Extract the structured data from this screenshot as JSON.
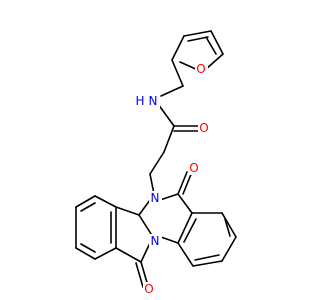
{
  "colors": {
    "background": "#ffffff",
    "bond": "#000000",
    "oxygen": "#ff0000",
    "nitrogen": "#0000ff"
  },
  "atoms": {
    "furan_oxygen": {
      "symbol": "O",
      "color": "#ff0000"
    },
    "amide_nitrogen": {
      "symbol": "N",
      "color": "#0000ff"
    },
    "amide_hydrogen": {
      "symbol": "H",
      "color": "#0000ff"
    },
    "amide_oxygen": {
      "symbol": "O",
      "color": "#ff0000"
    },
    "ring_nitrogen": {
      "symbol": "N",
      "color": "#0000ff"
    },
    "fused_nitrogen": {
      "symbol": "N",
      "color": "#0000ff"
    },
    "quinazolinone_oxygen": {
      "symbol": "O",
      "color": "#ff0000"
    },
    "isoindolone_oxygen": {
      "symbol": "O",
      "color": "#ff0000"
    }
  }
}
